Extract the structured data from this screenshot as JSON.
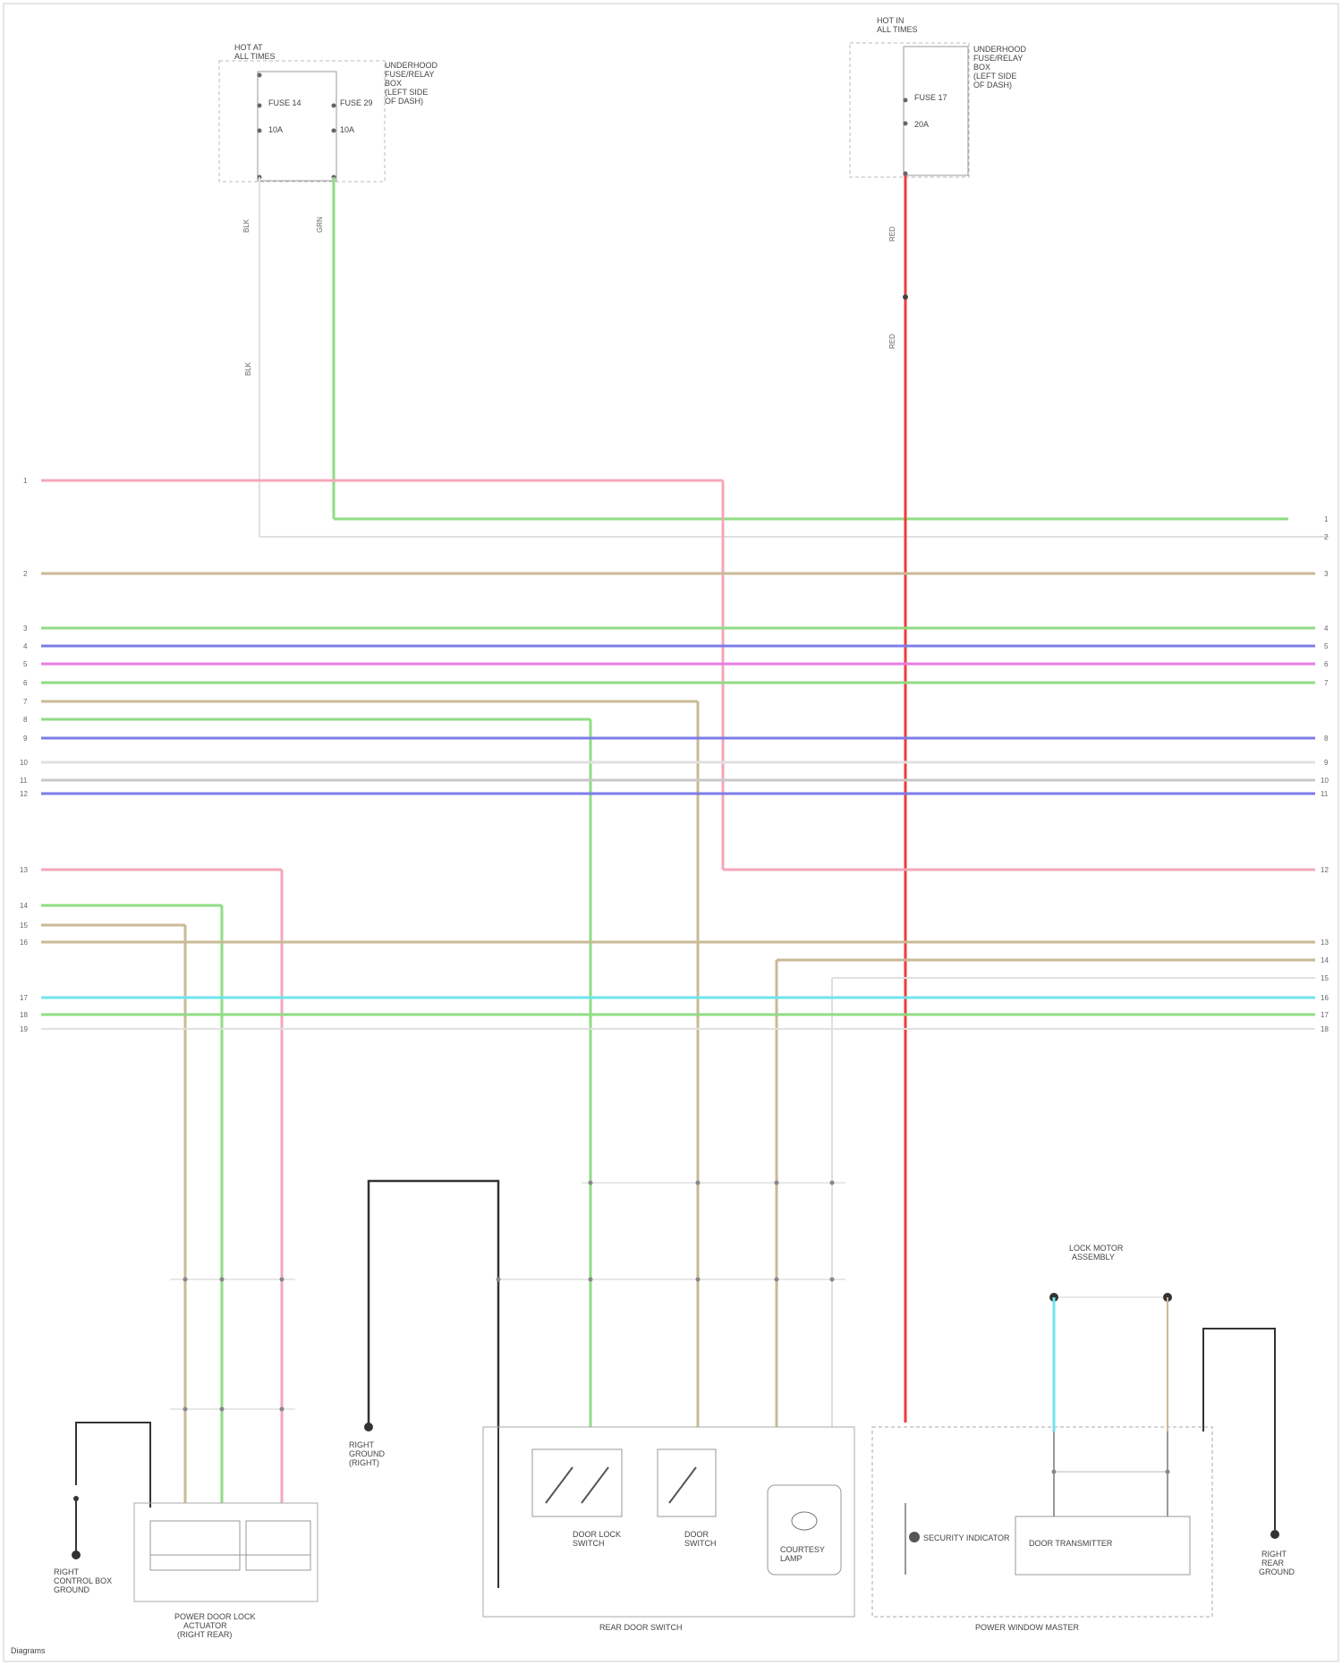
{
  "diagram": {
    "border_color": "#dddddd",
    "wire_colors": {
      "pink": "#f4a7b9",
      "green": "#8fdc84",
      "red": "#ef3b3b",
      "tan": "#c9b995",
      "blue": "#7c7ce8",
      "magenta": "#e77ee0",
      "cyan": "#6fe4ee",
      "gray": "#c8c8c8",
      "lightgray": "#e0e0e0",
      "black": "#333333"
    },
    "top_left_module": {
      "header": [
        "HOT AT",
        "ALL TIMES"
      ],
      "side_label": [
        "UNDERHOOD",
        "FUSE/RELAY",
        "BOX",
        "(LEFT SIDE",
        "OF DASH)"
      ],
      "fuse_a": "FUSE 14",
      "fuse_a_rating": "10A",
      "fuse_b": "FUSE 29",
      "fuse_b_rating": "10A"
    },
    "top_right_module": {
      "header": [
        "HOT IN",
        "ALL TIMES"
      ],
      "side_label": [
        "UNDERHOOD",
        "FUSE/RELAY",
        "BOX",
        "(LEFT SIDE",
        "OF DASH)"
      ],
      "fuse": "FUSE 17",
      "fuse_rating": "20A"
    },
    "bottom_components": {
      "ground_left": [
        "RIGHT",
        "CONTROL BOX",
        "GROUND"
      ],
      "ground_mid": [
        "RIGHT",
        "GROUND",
        "(RIGHT)"
      ],
      "left_module": [
        "POWER DOOR LOCK",
        "ACTUATOR",
        "(RIGHT REAR)"
      ],
      "center_module": "REAR DOOR SWITCH",
      "switch_a": [
        "DOOR LOCK",
        "SWITCH"
      ],
      "switch_b": [
        "DOOR",
        "SWITCH"
      ],
      "lamp": [
        "COURTESY",
        "LAMP"
      ],
      "right_module": "POWER WINDOW MASTER",
      "component_a": "SECURITY INDICATOR",
      "component_b": "DOOR TRANSMITTER",
      "ground_right": [
        "RIGHT",
        "REAR",
        "GROUND"
      ],
      "top_box": [
        "LOCK MOTOR",
        "ASSEMBLY"
      ]
    },
    "footer": "Diagrams"
  }
}
